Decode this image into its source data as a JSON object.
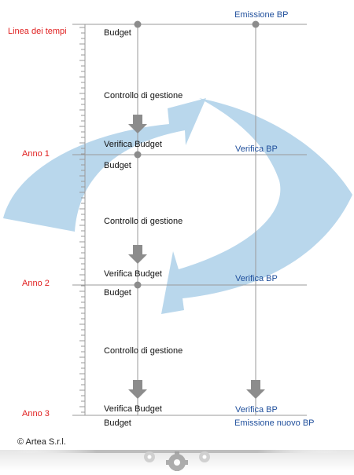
{
  "timeline": {
    "axis_label": "Linea dei tempi",
    "years": [
      {
        "name": "Anno 1",
        "right": "Verifica BP"
      },
      {
        "name": "Anno 2",
        "right": "Verifica BP"
      },
      {
        "name": "Anno 3",
        "right": "Verifica BP"
      }
    ],
    "top_right": "Emissione BP",
    "bottom_right": "Emissione nuovo BP"
  },
  "budget_column": {
    "budget": "Budget",
    "control": "Controllo di gestione",
    "check": "Verifica Budget"
  },
  "footer": {
    "copyright": "© Artea S.r.l."
  },
  "colors": {
    "year_red": "#e02020",
    "bp_blue": "#1f4f9c",
    "cycle_arrow": "#b9d7ec",
    "grey_arrow": "#8c8c8c",
    "line": "#9a9a9a"
  }
}
